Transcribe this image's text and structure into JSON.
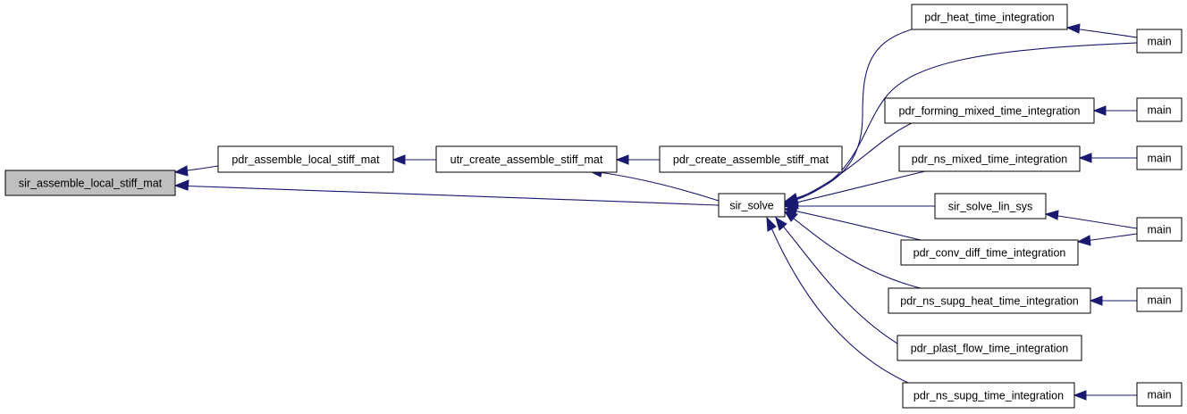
{
  "graph": {
    "edge_color": "#191970",
    "root_fill": "#bfbfbf",
    "nodes": [
      {
        "id": "sir_assemble_local_stiff_mat",
        "label": "sir_assemble_local_stiff_mat",
        "root": true
      },
      {
        "id": "pdr_assemble_local_stiff_mat",
        "label": "pdr_assemble_local_stiff_mat"
      },
      {
        "id": "utr_create_assemble_stiff_mat",
        "label": "utr_create_assemble_stiff_mat"
      },
      {
        "id": "pdr_create_assemble_stiff_mat",
        "label": "pdr_create_assemble_stiff_mat"
      },
      {
        "id": "sir_solve",
        "label": "sir_solve"
      },
      {
        "id": "pdr_heat_time_integration",
        "label": "pdr_heat_time_integration"
      },
      {
        "id": "pdr_forming_mixed_time_integration",
        "label": "pdr_forming_mixed_time_integration"
      },
      {
        "id": "pdr_ns_mixed_time_integration",
        "label": "pdr_ns_mixed_time_integration"
      },
      {
        "id": "sir_solve_lin_sys",
        "label": "sir_solve_lin_sys"
      },
      {
        "id": "pdr_conv_diff_time_integration",
        "label": "pdr_conv_diff_time_integration"
      },
      {
        "id": "pdr_ns_supg_heat_time_integration",
        "label": "pdr_ns_supg_heat_time_integration"
      },
      {
        "id": "pdr_plast_flow_time_integration",
        "label": "pdr_plast_flow_time_integration"
      },
      {
        "id": "pdr_ns_supg_time_integration",
        "label": "pdr_ns_supg_time_integration"
      },
      {
        "id": "main_1",
        "label": "main"
      },
      {
        "id": "main_2",
        "label": "main"
      },
      {
        "id": "main_3",
        "label": "main"
      },
      {
        "id": "main_4",
        "label": "main"
      },
      {
        "id": "main_5",
        "label": "main"
      },
      {
        "id": "main_6",
        "label": "main"
      }
    ],
    "edges": [
      {
        "from": "pdr_assemble_local_stiff_mat",
        "to": "sir_assemble_local_stiff_mat"
      },
      {
        "from": "sir_solve",
        "to": "sir_assemble_local_stiff_mat"
      },
      {
        "from": "utr_create_assemble_stiff_mat",
        "to": "pdr_assemble_local_stiff_mat"
      },
      {
        "from": "pdr_create_assemble_stiff_mat",
        "to": "utr_create_assemble_stiff_mat"
      },
      {
        "from": "sir_solve",
        "to": "utr_create_assemble_stiff_mat"
      },
      {
        "from": "pdr_heat_time_integration",
        "to": "sir_solve"
      },
      {
        "from": "main_1",
        "to": "sir_solve"
      },
      {
        "from": "pdr_forming_mixed_time_integration",
        "to": "sir_solve"
      },
      {
        "from": "pdr_ns_mixed_time_integration",
        "to": "sir_solve"
      },
      {
        "from": "sir_solve_lin_sys",
        "to": "sir_solve"
      },
      {
        "from": "pdr_conv_diff_time_integration",
        "to": "sir_solve"
      },
      {
        "from": "pdr_ns_supg_heat_time_integration",
        "to": "sir_solve"
      },
      {
        "from": "pdr_plast_flow_time_integration",
        "to": "sir_solve"
      },
      {
        "from": "pdr_ns_supg_time_integration",
        "to": "sir_solve"
      },
      {
        "from": "main_1",
        "to": "pdr_heat_time_integration"
      },
      {
        "from": "main_2",
        "to": "pdr_forming_mixed_time_integration"
      },
      {
        "from": "main_3",
        "to": "pdr_ns_mixed_time_integration"
      },
      {
        "from": "main_4",
        "to": "sir_solve_lin_sys"
      },
      {
        "from": "main_4",
        "to": "pdr_conv_diff_time_integration"
      },
      {
        "from": "main_5",
        "to": "pdr_ns_supg_heat_time_integration"
      },
      {
        "from": "main_6",
        "to": "pdr_ns_supg_time_integration"
      }
    ]
  }
}
